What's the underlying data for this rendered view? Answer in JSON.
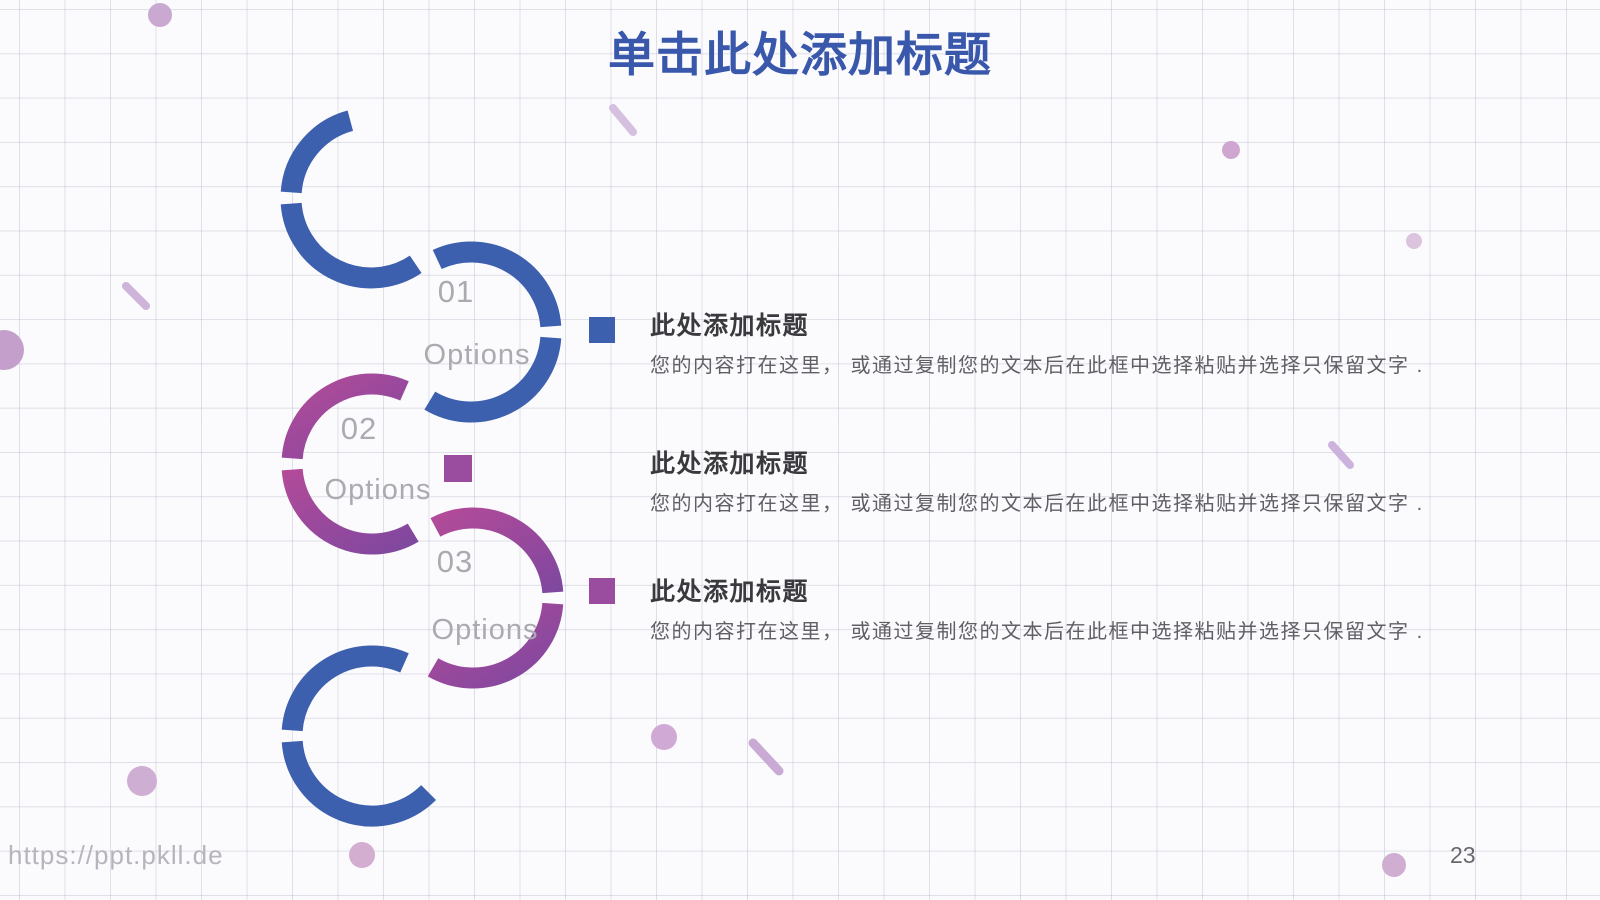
{
  "slide": {
    "title": "单击此处添加标题",
    "page_number": "23",
    "watermark": "https://ppt.pkll.de"
  },
  "steps": [
    {
      "number": "01",
      "label": "Options"
    },
    {
      "number": "02",
      "label": "Options"
    },
    {
      "number": "03",
      "label": "Options"
    }
  ],
  "content_items": [
    {
      "title": "此处添加标题",
      "body": "您的内容打在这里， 或通过复制您的文本后在此框中选择粘贴并选择只保留文字 ."
    },
    {
      "title": "此处添加标题",
      "body": "您的内容打在这里， 或通过复制您的文本后在此框中选择粘贴并选择只保留文字 ."
    },
    {
      "title": "此处添加标题",
      "body": "您的内容打在这里， 或通过复制您的文本后在此框中选择粘贴并选择只保留文字 ."
    }
  ],
  "colors": {
    "blue": "#3c5fae",
    "purple": "#9a4c9e",
    "purple_gradient_start": "#b24a99",
    "purple_gradient_end": "#7f489f",
    "title_blue": "#3a58ab",
    "label_gray": "#aaaab1",
    "body_gray": "#5f5f66",
    "decor_lavender": "#cfaed4"
  }
}
